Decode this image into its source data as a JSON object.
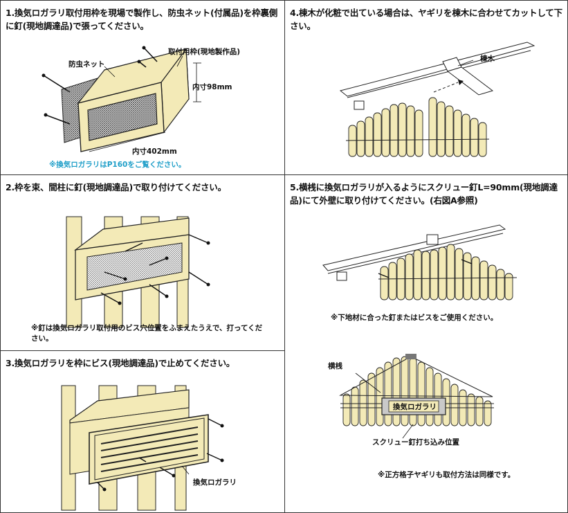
{
  "colors": {
    "wood": "#f3eab7",
    "line": "#222222",
    "accent": "#1e9ec8",
    "mesh": "#555555"
  },
  "step1": {
    "text": "1.換気ロガラリ取付用枠を現場で製作し、防虫ネット(付属品)を枠裏側に釘(現地調達品)で張ってください。",
    "label_net": "防虫ネット",
    "label_frame": "取付用枠(現地製作品)",
    "label_height": "内寸98mm",
    "label_width": "内寸402mm",
    "note": "※換気ロガラリはP160をご覧ください。"
  },
  "step2": {
    "text": "2.枠を束、間柱に釘(現地調達品)で取り付けてください。",
    "note": "※釘は換気ロガラリ取付用のビス穴位置をふまえたうえで、打ってください。"
  },
  "step3": {
    "text": "3.換気ロガラリを枠にビス(現地調達品)で止めてください。",
    "label_louver": "換気ロガラリ"
  },
  "step4": {
    "text": "4.棟木が化粧で出ている場合は、ヤギリを棟木に合わせてカットして下さい。",
    "label_ridge": "棟木"
  },
  "step5": {
    "text": "5.横桟に換気ロガラリが入るようにスクリュー釘L=90mm(現地調達品)にて外壁に取り付けてください。(右図A参照)",
    "note1": "※下地材に合った釘またはビスをご使用ください。",
    "label_rail": "横桟",
    "label_louver": "換気ロガラリ",
    "label_screw": "スクリュー釘打ち込み位置",
    "note2": "※正方格子ヤギリも取付方法は同様です。"
  }
}
